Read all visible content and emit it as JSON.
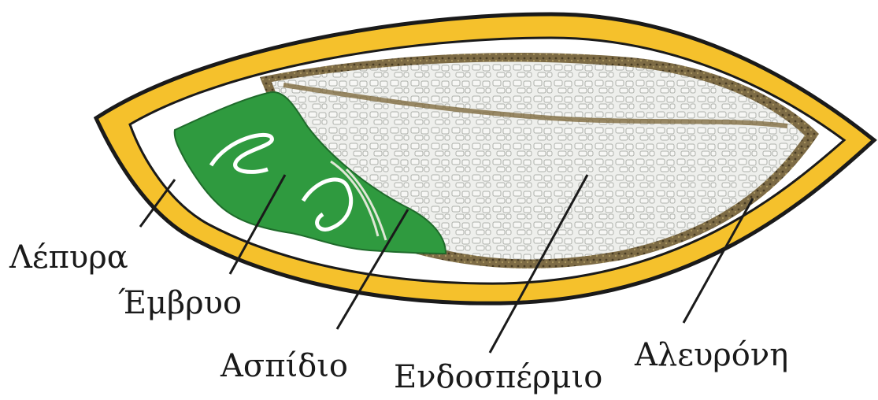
{
  "diagram": {
    "labels": {
      "husk": "Λέπυρα",
      "embryo": "Έμβρυο",
      "scutellum": "Ασπίδιο",
      "endosperm": "Ενδοσπέρμιο",
      "aleurone": "Αλευρόνη"
    },
    "colors": {
      "husk_fill": "#f5c12c",
      "husk_outline": "#1a1a1a",
      "embryo_fill": "#2f9a3f",
      "endosperm_fill": "#e9eae7",
      "aleurone_layer": "#6b5a3a",
      "cell_outline": "#a9aca6"
    }
  }
}
